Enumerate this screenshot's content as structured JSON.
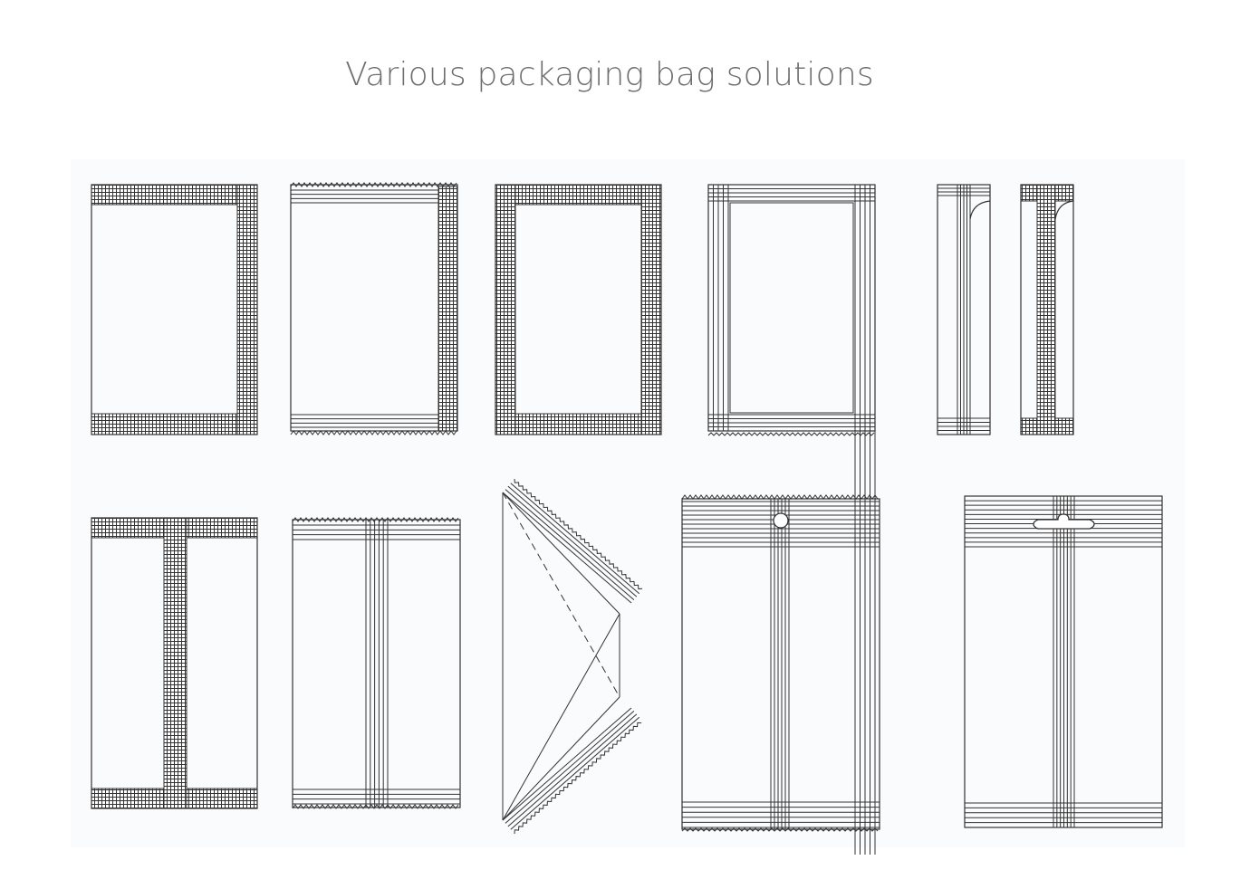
{
  "header": {
    "title": "Various packaging bag solutions"
  },
  "colors": {
    "line": "#333333",
    "title": "#6e6e6e",
    "background": "#ffffff",
    "panel": "#fafbfc"
  },
  "diagram": {
    "bags": [
      {
        "name": "three-side-seal-bag-mesh"
      },
      {
        "name": "three-side-seal-bag-zigzag"
      },
      {
        "name": "four-side-seal-bag-mesh"
      },
      {
        "name": "four-side-seal-bag-lined"
      },
      {
        "name": "stick-pack-lined"
      },
      {
        "name": "stick-pack-mesh"
      },
      {
        "name": "back-seal-bag-mesh"
      },
      {
        "name": "back-seal-bag-zigzag"
      },
      {
        "name": "triangle-bag"
      },
      {
        "name": "back-seal-bag-round-hole"
      },
      {
        "name": "back-seal-bag-euro-hole"
      }
    ]
  }
}
